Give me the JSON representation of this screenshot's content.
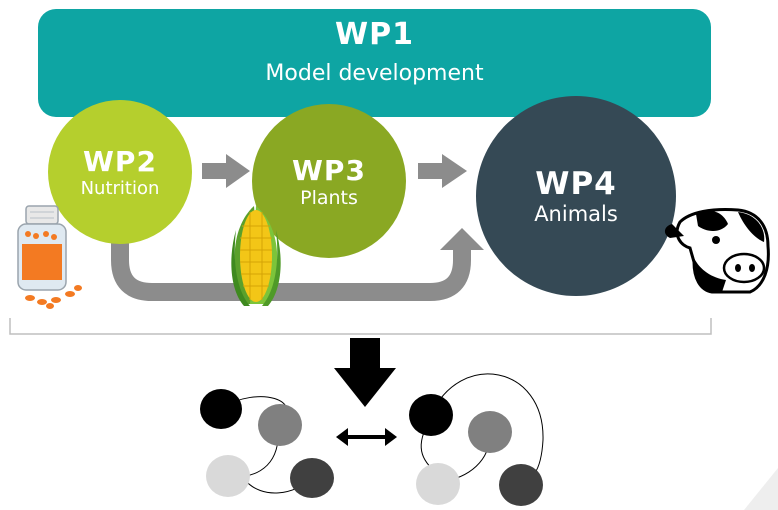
{
  "wp1": {
    "title": "WP1",
    "subtitle": "Model development"
  },
  "wp2": {
    "title": "WP2",
    "subtitle": "Nutrition"
  },
  "wp3": {
    "title": "WP3",
    "subtitle": "Plants"
  },
  "wp4": {
    "title": "WP4",
    "subtitle": "Animals"
  },
  "colors": {
    "wp1": "#0ea5a3",
    "wp2": "#b5cf2d",
    "wp3": "#8aa823",
    "wp4": "#354955",
    "arrow": "#8c8c8c",
    "network_black": "#000000",
    "network_mid": "#808080",
    "network_light": "#d9d9d9",
    "network_dark": "#404040"
  },
  "icons": [
    "pill-bottle-icon",
    "corn-icon",
    "cow-icon"
  ]
}
